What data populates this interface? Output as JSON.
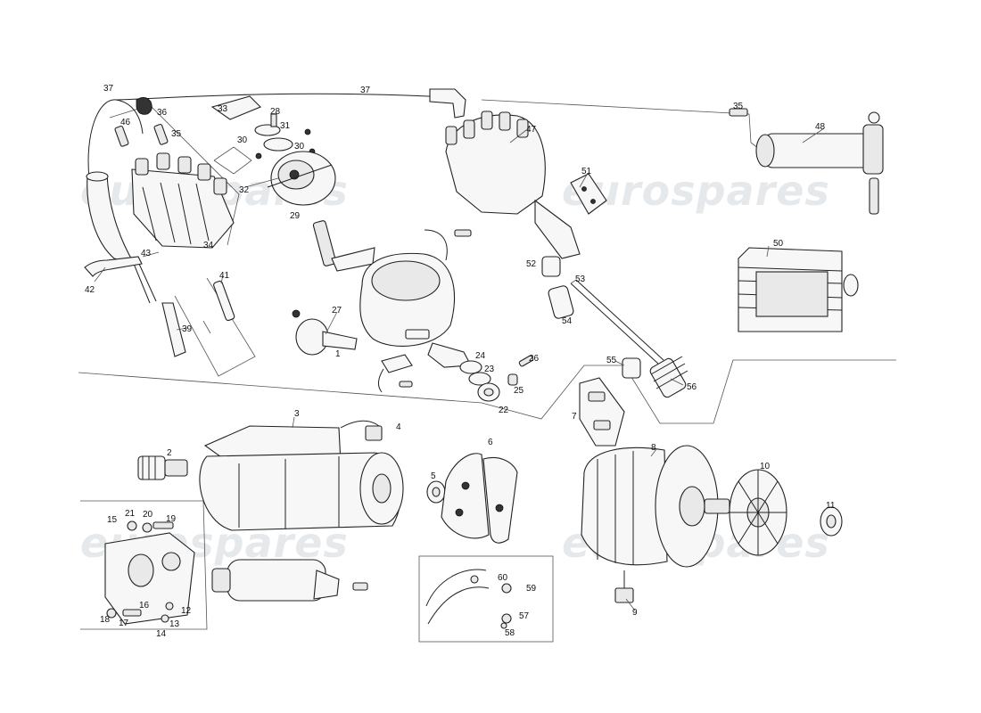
{
  "watermark": "eurospares",
  "callouts": {
    "c1": "1",
    "c2": "2",
    "c3": "3",
    "c4": "4",
    "c5": "5",
    "c6": "6",
    "c7": "7",
    "c8": "8",
    "c9": "9",
    "c10": "10",
    "c11": "11",
    "c12": "12",
    "c13": "13",
    "c14": "14",
    "c15": "15",
    "c16": "16",
    "c17": "17",
    "c18": "18",
    "c19": "19",
    "c20": "20",
    "c21": "21",
    "c22": "22",
    "c23": "23",
    "c24": "24",
    "c25": "25",
    "c26": "26",
    "c27": "27",
    "c28": "28",
    "c29": "29",
    "c30a": "30",
    "c30b": "30",
    "c31": "31",
    "c32": "32",
    "c33": "33",
    "c34": "34",
    "c35a": "35",
    "c35b": "35",
    "c36": "36",
    "c37a": "37",
    "c37b": "37",
    "c39": "39",
    "c41": "41",
    "c42": "42",
    "c43": "43",
    "c46": "46",
    "c47": "47",
    "c48": "48",
    "c50": "50",
    "c51": "51",
    "c52": "52",
    "c53": "53",
    "c54": "54",
    "c55": "55",
    "c56": "56",
    "c57": "57",
    "c58": "58",
    "c59": "59",
    "c60": "60"
  }
}
